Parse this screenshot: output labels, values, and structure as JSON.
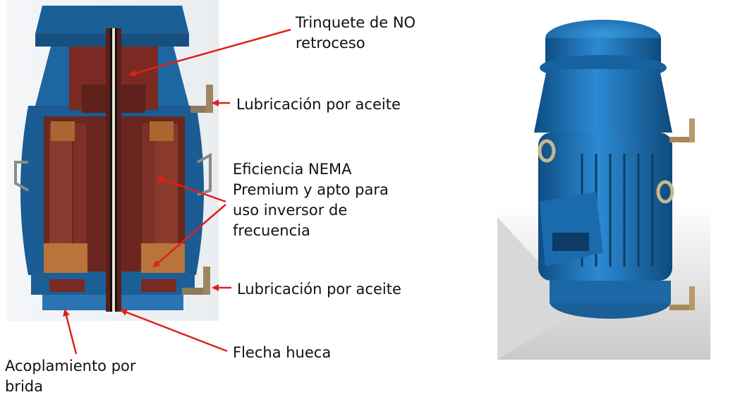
{
  "labels": {
    "trinquete": [
      "Trinquete de NO",
      "retroceso"
    ],
    "lubricacion_superior": "Lubricación por aceite",
    "eficiencia": [
      "Eficiencia NEMA",
      "Premium y apto para",
      "uso inversor de",
      "frecuencia"
    ],
    "lubricacion_inferior": "Lubricación por aceite",
    "flecha": "Flecha hueca",
    "acoplamiento": [
      "Acoplamiento por",
      "brida"
    ]
  },
  "colors": {
    "motor_blue": "#1f6aa6",
    "motor_blue_dark": "#0f3f66",
    "rotor_red": "#7a2a22",
    "copper": "#b8743a",
    "arrow_red": "#e0201b"
  }
}
